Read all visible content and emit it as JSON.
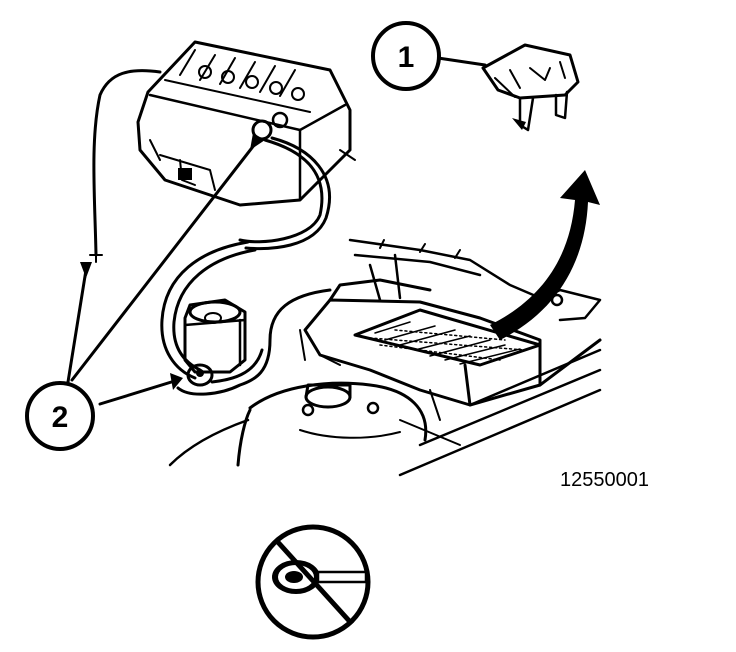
{
  "diagram": {
    "figure_id": "12550001",
    "callouts": [
      {
        "label": "1",
        "target": "fuse"
      },
      {
        "label": "2",
        "target": "battery-cable-connections"
      }
    ],
    "symbol": {
      "name": "no-ignition-key-icon"
    }
  }
}
